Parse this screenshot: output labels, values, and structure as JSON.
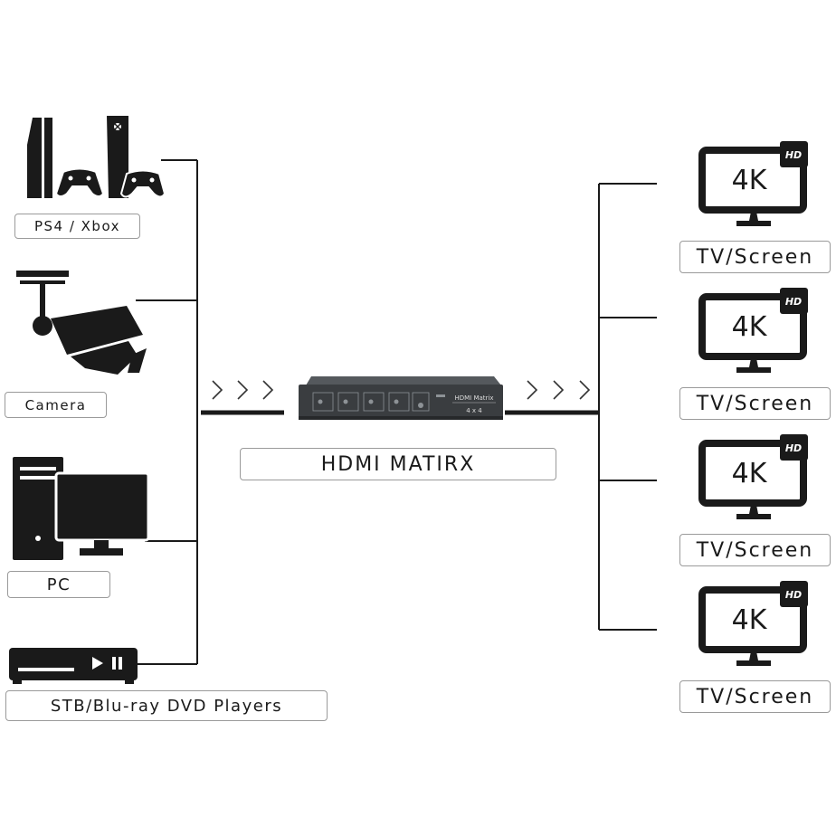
{
  "sources": [
    {
      "label": "PS4 / Xbox",
      "icon": "console-controllers-icon"
    },
    {
      "label": "Camera",
      "icon": "security-camera-icon"
    },
    {
      "label": "PC",
      "icon": "desktop-pc-icon"
    },
    {
      "label": "STB/Blu-ray DVD Players",
      "icon": "dvd-player-icon"
    }
  ],
  "matrix": {
    "label": "HDMI MATIRX",
    "device_title": "HDMI Matrix",
    "device_size": "4 x 4"
  },
  "displays": [
    {
      "label": "TV/Screen",
      "screen_text": "4K",
      "badge": "HD"
    },
    {
      "label": "TV/Screen",
      "screen_text": "4K",
      "badge": "HD"
    },
    {
      "label": "TV/Screen",
      "screen_text": "4K",
      "badge": "HD"
    },
    {
      "label": "TV/Screen",
      "screen_text": "4K",
      "badge": "HD"
    }
  ],
  "colors": {
    "line": "#1a1a1a",
    "icon": "#1a1a1a",
    "device_body": "#3a3d40",
    "label_border": "#9a9a9a"
  }
}
